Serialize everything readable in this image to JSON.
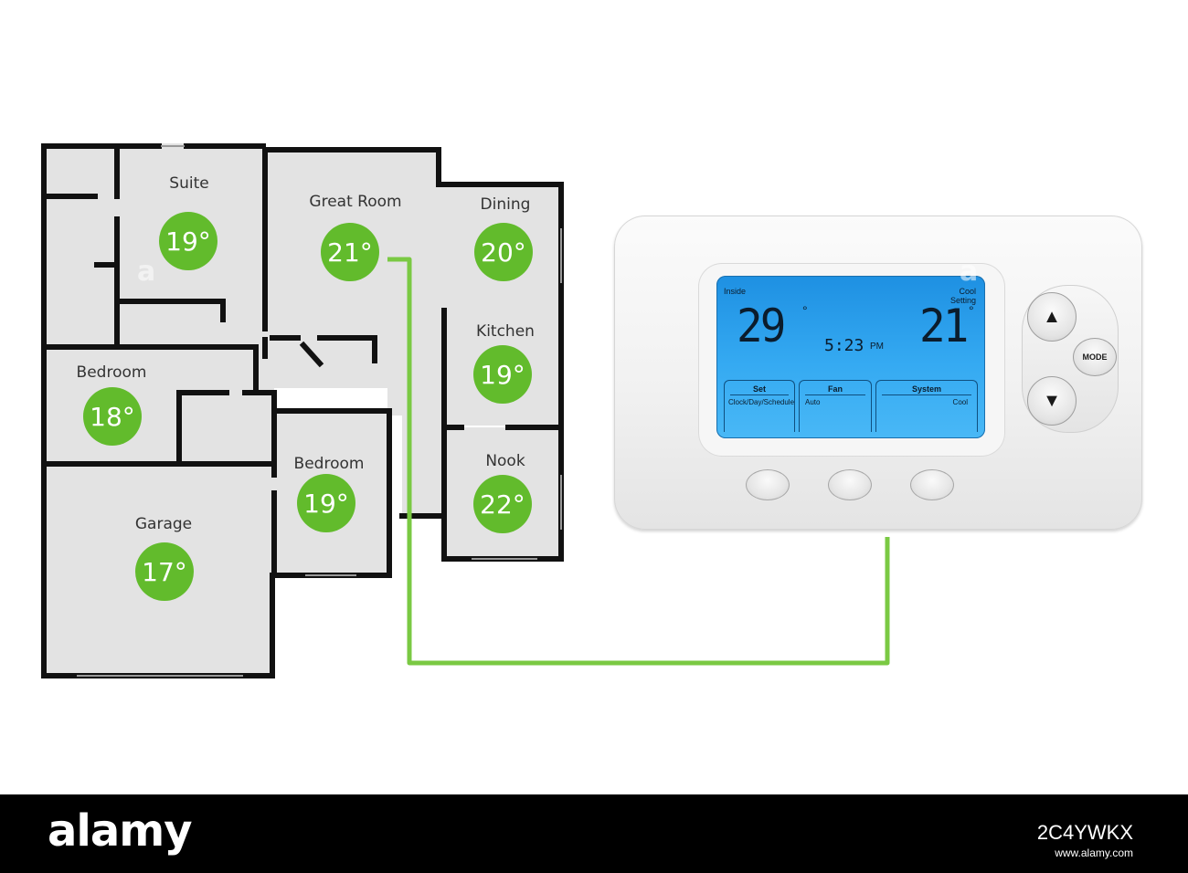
{
  "floor_plan": {
    "rooms": [
      {
        "id": "suite",
        "label": "Suite",
        "temp": "19°"
      },
      {
        "id": "great-room",
        "label": "Great Room",
        "temp": "21°"
      },
      {
        "id": "dining",
        "label": "Dining",
        "temp": "20°"
      },
      {
        "id": "kitchen",
        "label": "Kitchen",
        "temp": "19°"
      },
      {
        "id": "bedroom-left",
        "label": "Bedroom",
        "temp": "18°"
      },
      {
        "id": "bedroom-center",
        "label": "Bedroom",
        "temp": "19°"
      },
      {
        "id": "nook",
        "label": "Nook",
        "temp": "22°"
      },
      {
        "id": "garage",
        "label": "Garage",
        "temp": "17°"
      }
    ]
  },
  "thermostat": {
    "inside_label": "Inside",
    "cool_label": "Cool",
    "setting_label": "Setting",
    "inside_temp": "29",
    "setpoint_temp": "21",
    "degree": "°",
    "time": "5:23",
    "ampm": "PM",
    "panels": {
      "set": {
        "title": "Set",
        "value": "Clock/Day/Schedule"
      },
      "fan": {
        "title": "Fan",
        "value": "Auto"
      },
      "system": {
        "title": "System",
        "value": "Cool"
      }
    },
    "buttons": {
      "up": "▲",
      "down": "▼",
      "mode": "MODE"
    }
  },
  "watermark": {
    "logo": "alamy",
    "image_id": "2C4YWKX",
    "site": "www.alamy.com"
  },
  "colors": {
    "badge_green": "#62bb2c",
    "wire_green": "#7ac943",
    "floor_gray": "#e3e3e3",
    "wall_black": "#111111"
  }
}
